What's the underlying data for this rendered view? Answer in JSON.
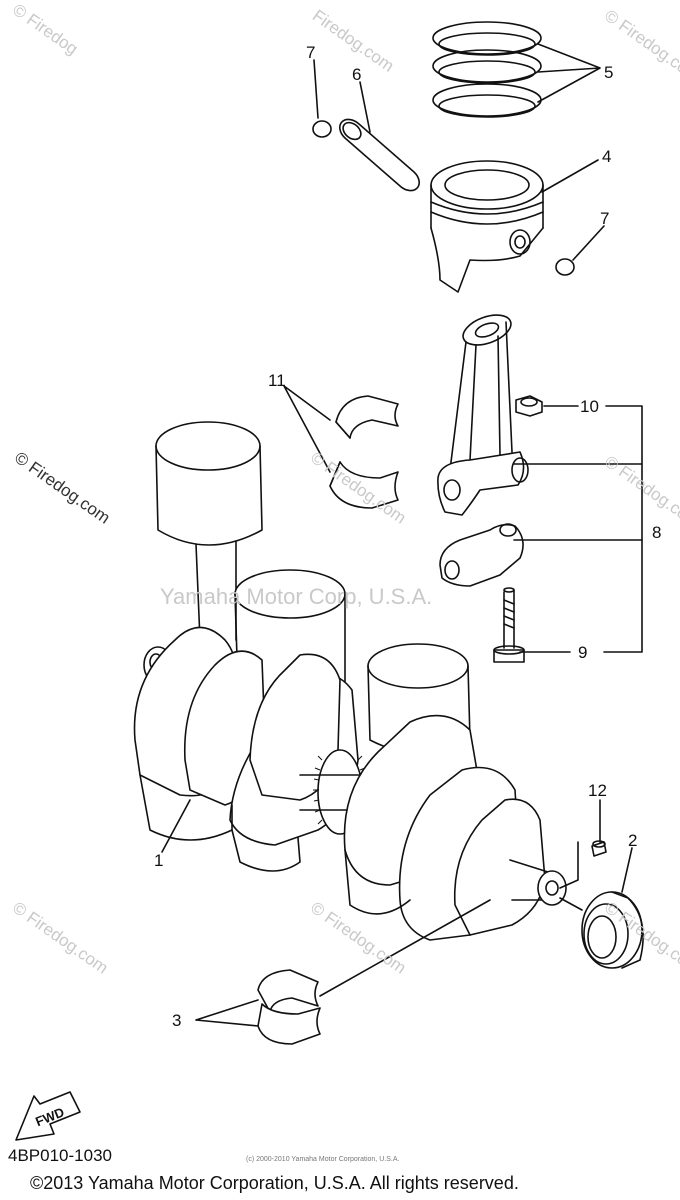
{
  "watermarks": {
    "firedog": "© Firedog.com",
    "firedog_short": "© Firedog",
    "firedog_domain": "Firedog.com",
    "yamaha_corp": "Yamaha Motor Corp, U.S.A."
  },
  "callouts": [
    "1",
    "2",
    "3",
    "4",
    "5",
    "6",
    "7",
    "8",
    "9",
    "10",
    "11",
    "12"
  ],
  "callout_7b": "7",
  "direction_tag": "FWD",
  "ref_code": "4BP010-1030",
  "small_copyright": "(c) 2000-2010 Yamaha Motor Corporation, U.S.A.",
  "copyright": "©2013 Yamaha Motor Corporation, U.S.A. All rights reserved."
}
